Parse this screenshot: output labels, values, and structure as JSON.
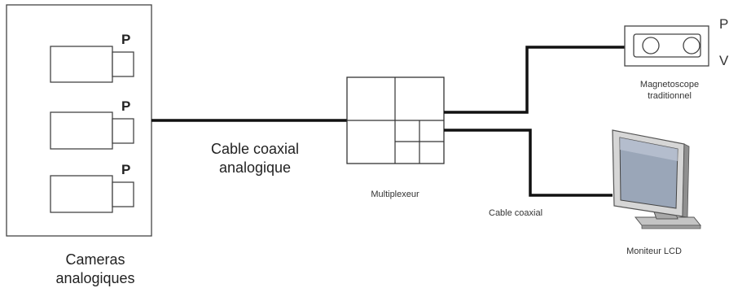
{
  "cameras": {
    "port_labels": [
      "P",
      "P",
      "P"
    ],
    "caption_lines": [
      "Cameras",
      "analogiques"
    ]
  },
  "cable_main": {
    "lines": [
      "Cable coaxial",
      "analogique"
    ]
  },
  "multiplexer": {
    "label": "Multiplexeur"
  },
  "vcr": {
    "label_lines": [
      "Magnetoscope",
      "traditionnel"
    ],
    "edge_letters": [
      "P",
      "V"
    ]
  },
  "cable_small": {
    "label": "Cable coaxial"
  },
  "monitor": {
    "label": "Moniteur LCD"
  },
  "colors": {
    "line": "#111111",
    "outline": "#333333",
    "screen": "#9aa6b8"
  }
}
